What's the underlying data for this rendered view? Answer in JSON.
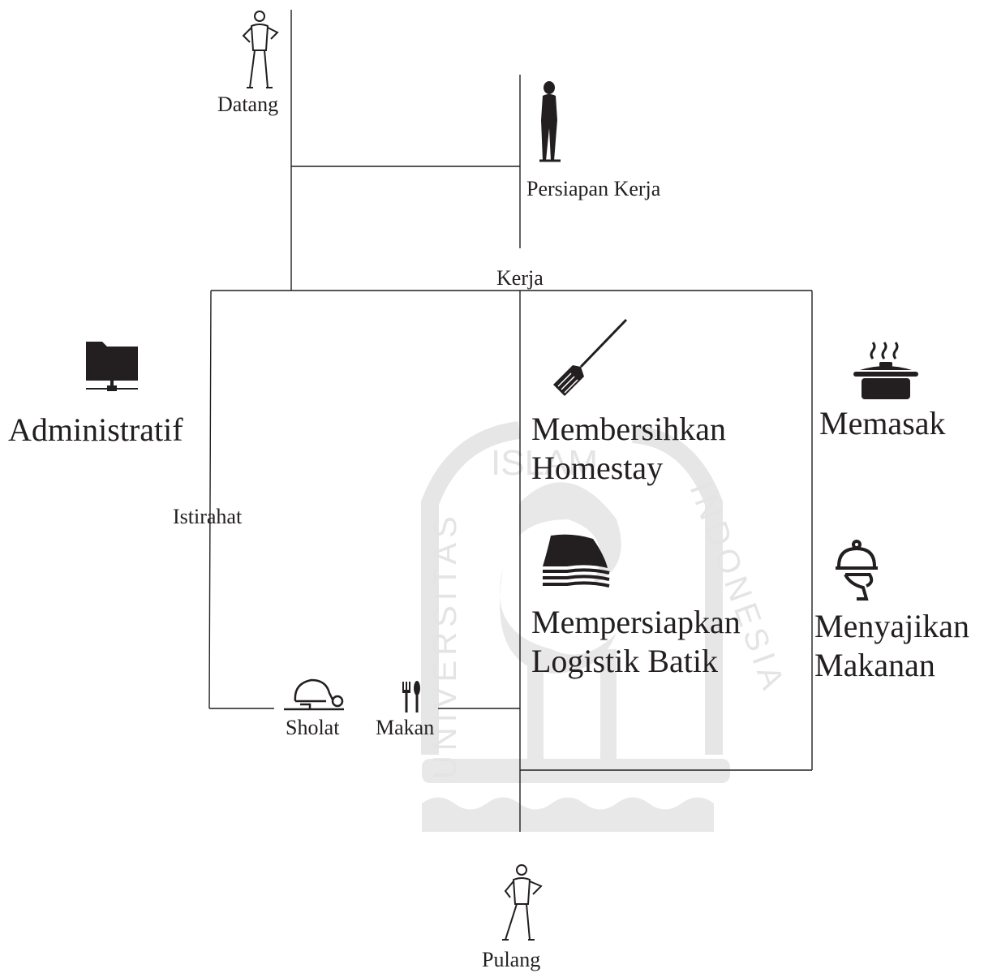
{
  "watermark": {
    "top_text": "ISLAM",
    "left_text": "UNIVERSITAS",
    "right_text": "INDONESIA"
  },
  "nodes": {
    "datang": "Datang",
    "persiapan_kerja": "Persiapan Kerja",
    "kerja": "Kerja",
    "istirahat": "Istirahat",
    "sholat": "Sholat",
    "makan": "Makan",
    "pulang": "Pulang"
  },
  "activities": {
    "administratif": "Administratif",
    "membersihkan": [
      "Membersihkan",
      "Homestay"
    ],
    "mempersiapkan": [
      "Mempersiapkan",
      "Logistik Batik"
    ],
    "memasak": "Memasak",
    "menyajikan": [
      "Menyajikan",
      "Makanan"
    ]
  },
  "icons": {
    "datang": "standing-person-icon",
    "persiapan": "person-on-phone-icon",
    "administratif": "network-folder-icon",
    "membersihkan": "broom-icon",
    "mempersiapkan": "fabric-stack-icon",
    "memasak": "cooking-pot-icon",
    "menyajikan": "serving-cloche-icon",
    "sholat": "praying-person-icon",
    "makan": "fork-knife-icon",
    "pulang": "walking-person-icon"
  },
  "colors": {
    "ink": "#231f20",
    "watermark": "#e4e4e4"
  }
}
